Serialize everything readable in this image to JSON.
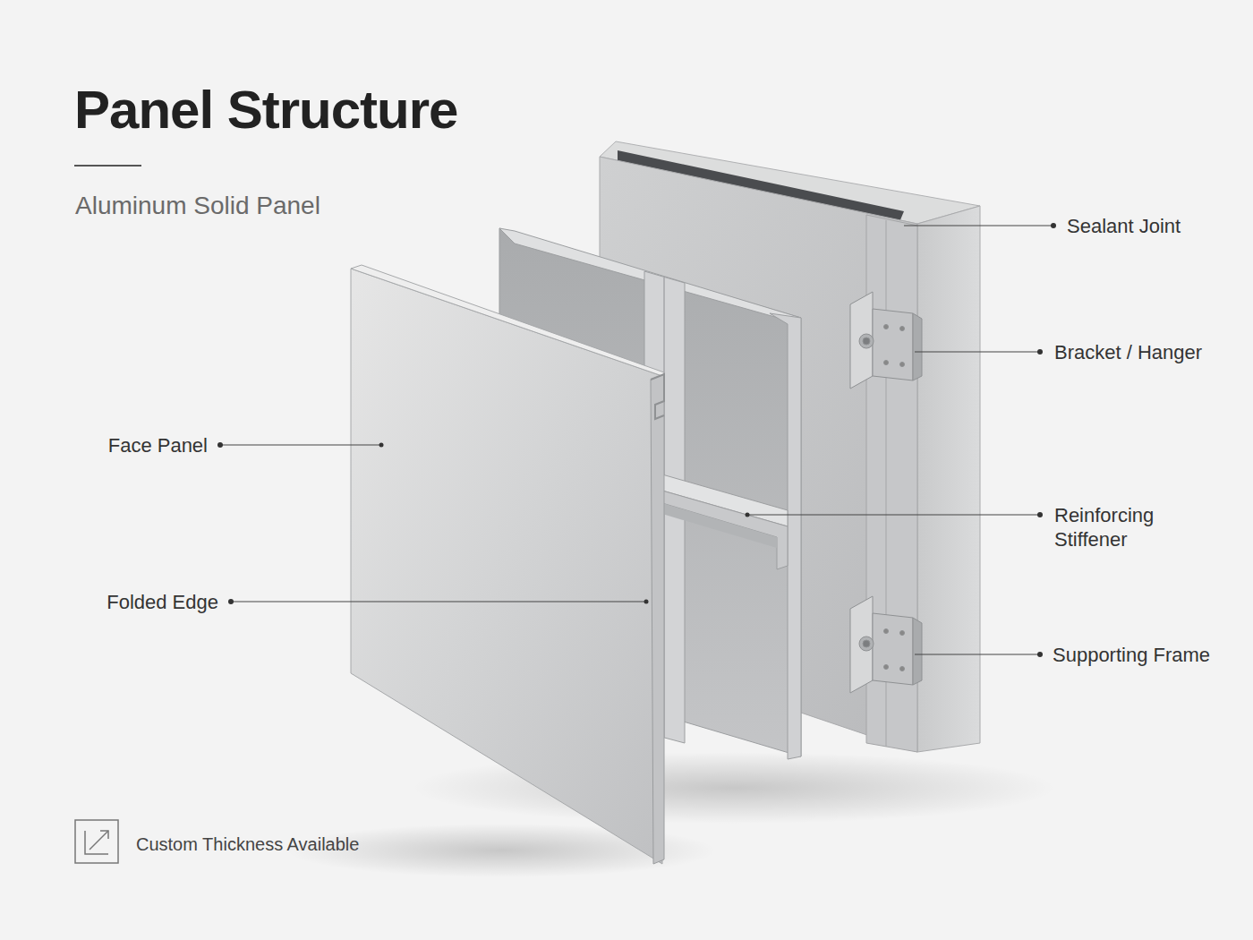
{
  "diagram": {
    "title": "Panel Structure",
    "caption": "Aluminum Solid Panel",
    "labels": [
      "Face Panel",
      "Folded Edge",
      "Sealant Joint",
      "Bracket / Hanger",
      "Reinforcing Stiffener",
      "Supporting Frame",
      "Custom Thickness Available"
    ]
  }
}
